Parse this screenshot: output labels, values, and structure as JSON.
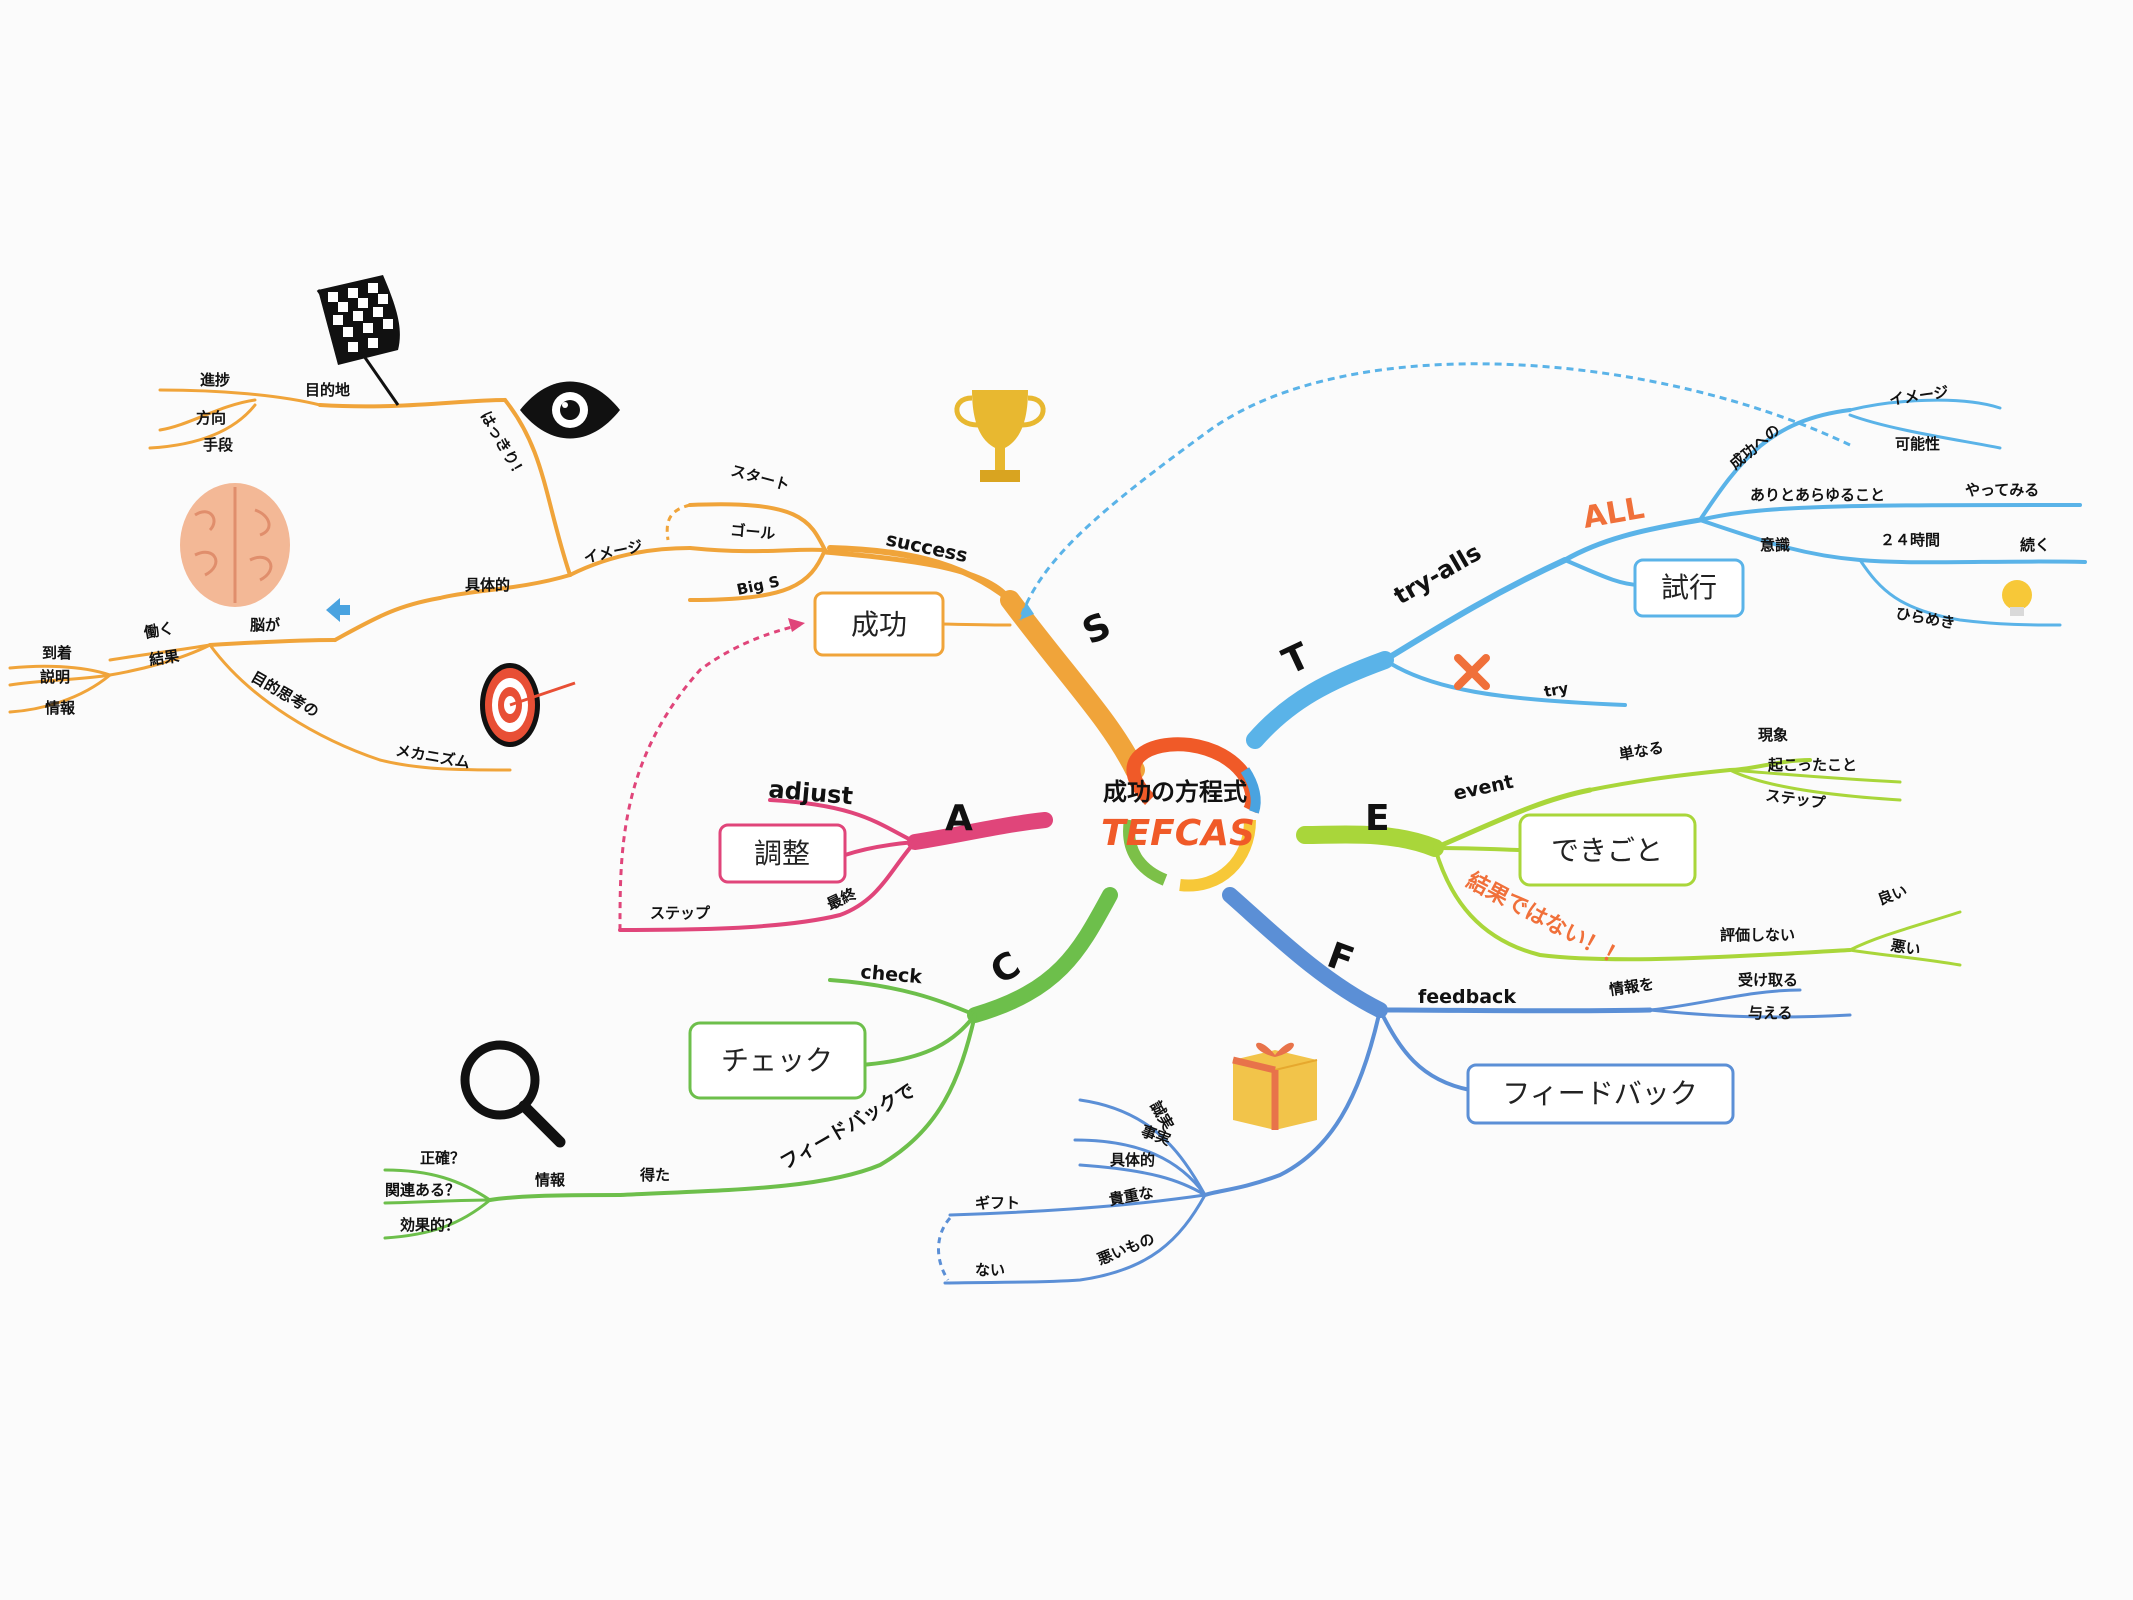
{
  "center": {
    "title": "成功の方程式",
    "subtitle": "TEFCAS"
  },
  "colors": {
    "s": "#f0a43a",
    "t": "#5ab3e8",
    "e": "#a9d63a",
    "f": "#5b8fd6",
    "c": "#6dbf4b",
    "a": "#e0457a",
    "red": "#f0703a"
  },
  "s": {
    "letter": "S",
    "word": "success",
    "box": "成功",
    "start": "スタート",
    "goal": "ゴール",
    "bigs": "Big S",
    "image": "イメージ",
    "concrete": "具体的",
    "clear": "はっきり！",
    "dest": "目的地",
    "progress": "進捗",
    "direction": "方向",
    "means": "手段",
    "brain": "脳が",
    "work": "働く",
    "result": "結果",
    "arrive": "到着",
    "explain": "説明",
    "info": "情報",
    "goal_think": "目的思考の",
    "mechanism": "メカニズム"
  },
  "t": {
    "letter": "T",
    "word": "try-alls",
    "all": "ALL",
    "box": "試行",
    "toward": "成功への",
    "image": "イメージ",
    "possible": "可能性",
    "everything": "ありとあらゆること",
    "try_it": "やってみる",
    "awareness": "意識",
    "hours": "２４時間",
    "continue": "続く",
    "inspiration": "ひらめき",
    "try": "try"
  },
  "e": {
    "letter": "E",
    "word": "event",
    "box": "できごと",
    "simple": "単なる",
    "phenomenon": "現象",
    "happened": "起こったこと",
    "step": "ステップ",
    "not_result": "結果ではない！！",
    "no_eval": "評価しない",
    "good": "良い",
    "bad": "悪い"
  },
  "f": {
    "letter": "F",
    "word": "feedback",
    "box": "フィードバック",
    "info_wo": "情報を",
    "receive": "受け取る",
    "give": "与える",
    "honest": "誠実",
    "fact": "事実",
    "concrete": "具体的",
    "valuable": "貴重な",
    "bad_thing": "悪いもの",
    "gift": "ギフト",
    "none": "ない"
  },
  "c": {
    "letter": "C",
    "word": "check",
    "box": "チェック",
    "by_feedback": "フィードバックで",
    "got": "得た",
    "info": "情報",
    "correct": "正確？",
    "related": "関連ある？",
    "effective": "効果的？"
  },
  "a": {
    "letter": "A",
    "word": "adjust",
    "box": "調整",
    "step": "ステップ",
    "final": "最終"
  },
  "icons": {
    "flag": "checkered-flag-icon",
    "eye": "eye-icon",
    "brain": "brain-icon",
    "target": "target-icon",
    "trophy": "trophy-icon",
    "bulb": "lightbulb-icon",
    "cross": "cross-icon",
    "gift": "gift-icon",
    "magnifier": "magnifier-icon"
  }
}
